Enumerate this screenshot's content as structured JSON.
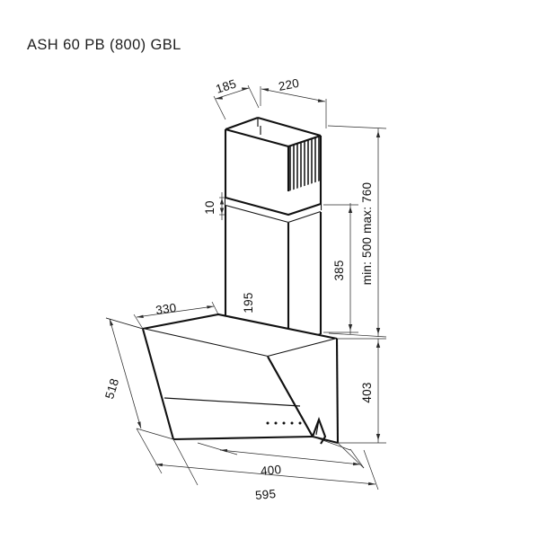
{
  "title": "ASH 60 PB (800) GBL",
  "drawing": {
    "type": "isometric-technical-dimension-drawing",
    "subject": "angled-wall-mounted-cooker-hood",
    "units": "mm",
    "background_color": "#ffffff",
    "line_color": "#111111",
    "dimension_color": "#2a2a2a"
  },
  "dimensions": {
    "chimney_top_depth": "185",
    "chimney_top_width": "220",
    "chimney_step_offset": "10",
    "chimney_lower_height": "195",
    "chimney_upper_height": "385",
    "total_height_range": "min: 500  max: 760",
    "hood_depth": "330",
    "hood_front_height": "518",
    "hood_body_height": "403",
    "hood_base_depth": "400",
    "hood_width": "595"
  },
  "labels": [
    {
      "id": "dim-185",
      "value": "185"
    },
    {
      "id": "dim-220",
      "value": "220"
    },
    {
      "id": "dim-10",
      "value": "10"
    },
    {
      "id": "dim-195",
      "value": "195"
    },
    {
      "id": "dim-385",
      "value": "385"
    },
    {
      "id": "dim-minmax",
      "value": "min: 500  max: 760"
    },
    {
      "id": "dim-330",
      "value": "330"
    },
    {
      "id": "dim-518",
      "value": "518"
    },
    {
      "id": "dim-403",
      "value": "403"
    },
    {
      "id": "dim-400",
      "value": "400"
    },
    {
      "id": "dim-595",
      "value": "595"
    }
  ],
  "features": {
    "vent_grille": "vertical-slat-vent-on-chimney-right-face",
    "control_panel": "five-touch-buttons-on-lower-right-of-front-glass",
    "glass_panel": "angled-front-glass-panel"
  }
}
